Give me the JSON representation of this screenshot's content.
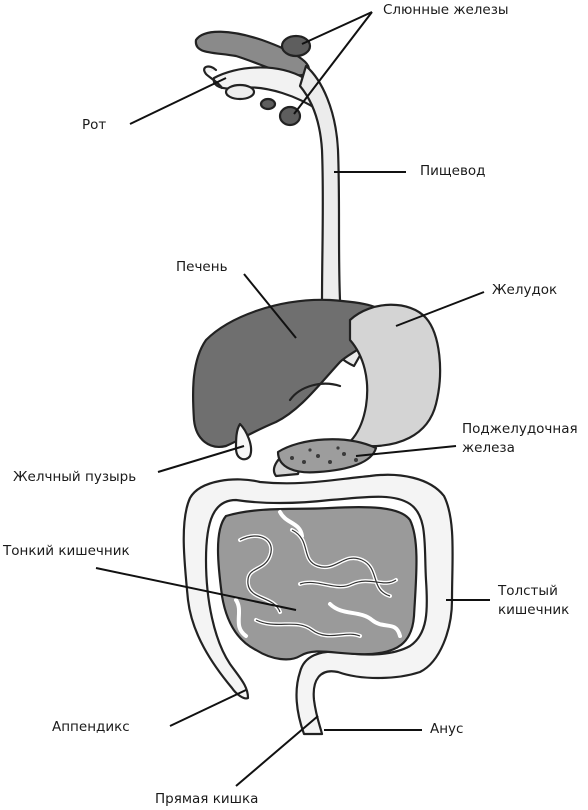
{
  "labels": {
    "salivary_glands": "Слюнные железы",
    "mouth": "Рот",
    "esophagus": "Пищевод",
    "liver": "Печень",
    "stomach": "Желудок",
    "pancreas_line1": "Поджелудочная",
    "pancreas_line2": "железа",
    "gallbladder": "Желчный пузырь",
    "small_intestine": "Тонкий кишечник",
    "large_intestine_line1": "Толстый",
    "large_intestine_line2": "кишечник",
    "appendix": "Аппендикс",
    "anus": "Анус",
    "rectum": "Прямая кишка"
  },
  "colors": {
    "liver": "#6f6f6f",
    "stomach": "#d4d4d4",
    "glands": "#5e5e5e",
    "tubes": "#ececec",
    "small_intestine": "#9a9a9a",
    "large_intestine": "#f4f4f4",
    "outline": "#222222"
  }
}
